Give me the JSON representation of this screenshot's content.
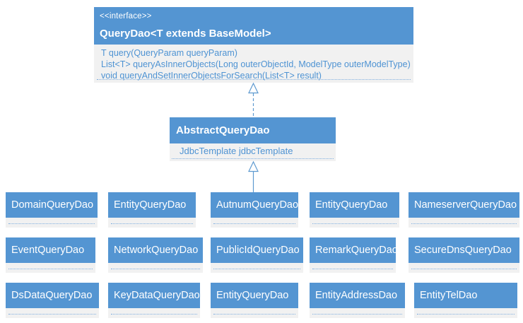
{
  "diagram": {
    "interface": {
      "stereotype": "<<interface>>",
      "name": "QueryDao<T extends BaseModel>",
      "methods": [
        "T query(QueryParam queryParam)",
        "List<T> queryAsInnerObjects(Long outerObjectId, ModelType outerModelType)",
        "void queryAndSetInnerObjectsForSearch(List<T> result)"
      ]
    },
    "abstract_class": {
      "name": "AbstractQueryDao",
      "attributes": [
        "JdbcTemplate jdbcTemplate"
      ]
    },
    "subclasses": [
      [
        "DomainQueryDao",
        "EntityQueryDao",
        "AutnumQueryDao",
        "EntityQueryDao",
        "NameserverQueryDao"
      ],
      [
        "EventQueryDao",
        "NetworkQueryDao",
        "PublicIdQueryDao",
        "RemarkQueryDao",
        "SecureDnsQueryDao"
      ],
      [
        "DsDataQueryDao",
        "KeyDataQueryDao",
        "EntityQueryDao",
        "EntityAddressDao",
        "EntityTelDao"
      ]
    ],
    "relationships": [
      {
        "type": "realization",
        "from": "AbstractQueryDao",
        "to": "QueryDao<T extends BaseModel>",
        "style": "dashed-hollow-triangle"
      },
      {
        "type": "generalization",
        "from": "AutnumQueryDao",
        "to": "AbstractQueryDao",
        "style": "solid-hollow-triangle"
      }
    ]
  },
  "colors": {
    "header_blue": "#5495D2",
    "body_gray": "#F1F1F1",
    "text_blue": "#4E93D3",
    "dotted_blue": "#7FAEDF",
    "connector_blue": "#5E9AD0",
    "header_text": "#FFFFFF",
    "background": "#FFFFFF"
  }
}
